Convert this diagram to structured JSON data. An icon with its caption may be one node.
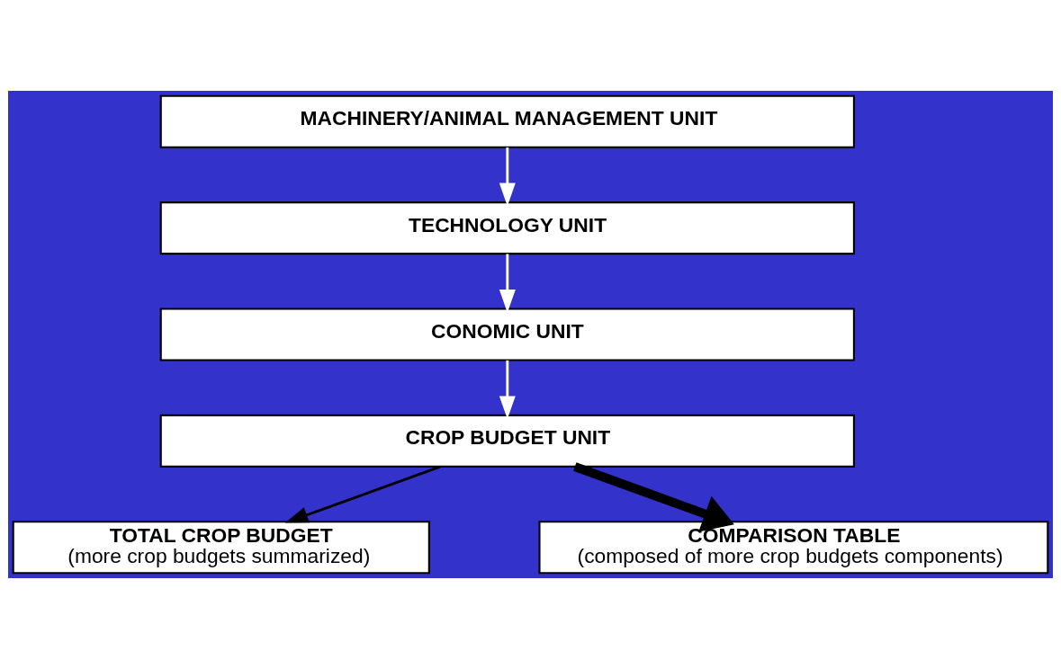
{
  "diagram": {
    "nodes": [
      {
        "text": [
          "MACHINERY/ANIMAL MANAGEMENT UNIT"
        ]
      },
      {
        "text": [
          "TECHNOLOGY UNIT"
        ]
      },
      {
        "text": [
          "CONOMIC UNIT"
        ]
      },
      {
        "text": [
          "CROP BUDGET UNIT"
        ]
      },
      {
        "text": [
          "TOTAL CROP BUDGET",
          "(more crop budgets summarized)"
        ]
      },
      {
        "text": [
          "COMPARISON TABLE",
          "(composed of more crop budgets components)"
        ]
      }
    ],
    "edges": [
      {
        "from": 0,
        "to": 1,
        "arrow": "to"
      },
      {
        "from": 1,
        "to": 2,
        "arrow": "to"
      },
      {
        "from": 2,
        "to": 3,
        "arrow": "to"
      },
      {
        "from": 3,
        "to": 4,
        "arrow": "to",
        "color": "#000000"
      },
      {
        "from": 3,
        "to": 5,
        "arrow": "to",
        "style": "thick",
        "color": "#000000"
      }
    ]
  }
}
